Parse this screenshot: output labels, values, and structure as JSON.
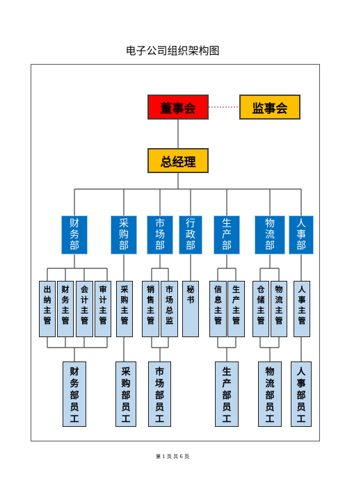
{
  "title": "电子公司组织架构图",
  "board": "董事会",
  "supervisory": "监事会",
  "gm": "总经理",
  "departments": [
    "财务部",
    "采购部",
    "市场部",
    "行政部",
    "生产部",
    "物流部",
    "人事部"
  ],
  "roles": [
    "出纳主管",
    "财务主管",
    "会计主管",
    "审计主管",
    "采购主管",
    "销售主管",
    "市场总监",
    "秘　书",
    "信息主管",
    "生产主管",
    "仓储主管",
    "物流主管",
    "人事主管"
  ],
  "staff": [
    "财务部员工",
    "采购部员工",
    "市场部员工",
    "生产部员工",
    "物流部员工",
    "人事部员工"
  ],
  "footer": "第 1 页 共 6 页",
  "colors": {
    "board": "#ff0000",
    "gold": "#ffc000",
    "dept": "#0070c0",
    "light": "#bdd7ee"
  }
}
